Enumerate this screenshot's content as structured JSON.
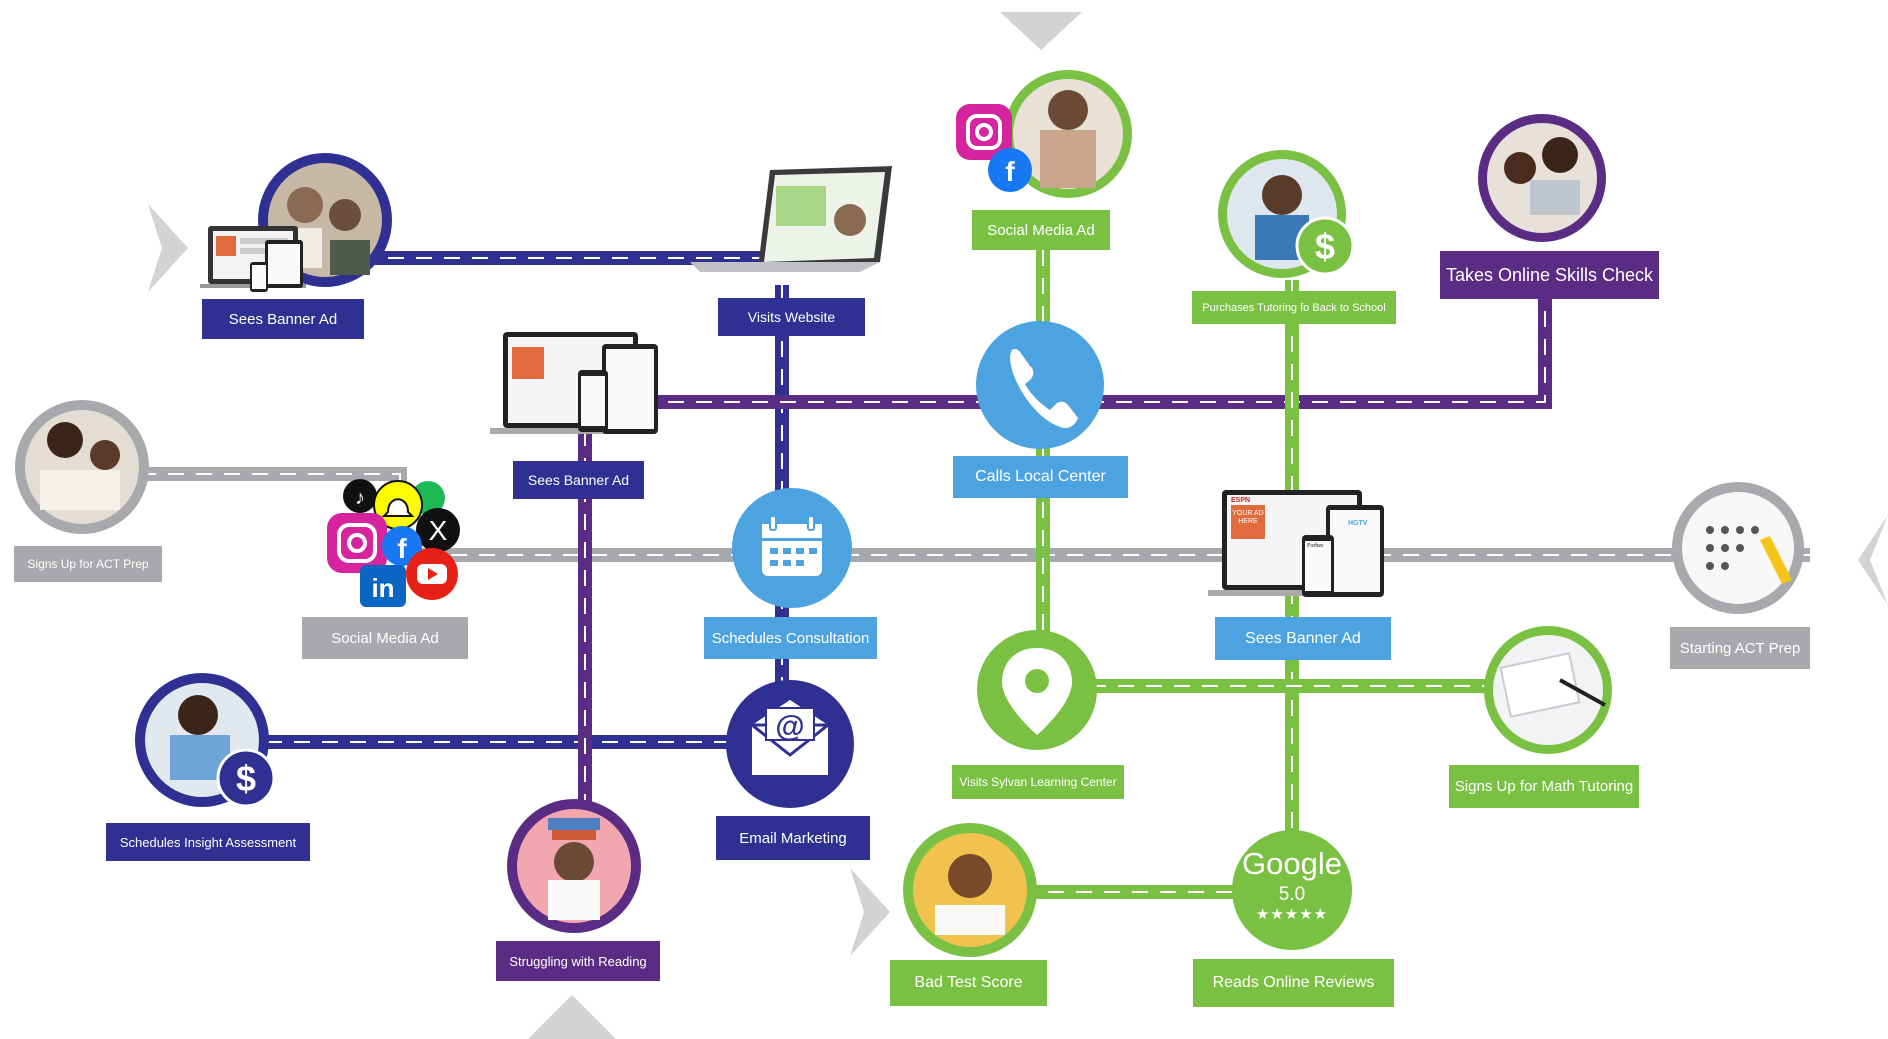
{
  "labels": {
    "sees_banner_ad_1": "Sees Banner Ad",
    "visits_website": "Visits Website",
    "social_media_ad_top": "Social Media Ad",
    "purchases_tutoring": "Purchases Tutoring fo Back to School",
    "takes_online_skills_check": "Takes Online Skills Check",
    "sees_banner_ad_2": "Sees Banner Ad",
    "calls_local_center": "Calls Local Center",
    "signs_up_act_prep": "Signs Up for ACT Prep",
    "social_media_ad_left": "Social Media Ad",
    "schedules_consultation": "Schedules Consultation",
    "sees_banner_ad_3": "Sees Banner Ad",
    "starting_act_prep": "Starting ACT Prep",
    "schedules_insight_assessment": "Schedules Insight Assessment",
    "email_marketing": "Email Marketing",
    "visits_sylvan": "Visits Sylvan Learning Center",
    "signs_up_math": "Signs Up for Math Tutoring",
    "struggling_reading": "Struggling with Reading",
    "bad_test_score": "Bad Test Score",
    "reads_online_reviews": "Reads Online Reviews"
  },
  "google": {
    "brand": "Google",
    "rating": "5.0",
    "stars": "★★★★★"
  },
  "ad_mock": {
    "espn": "ESPN",
    "your_ad_here": "YOUR AD HERE",
    "hgtv": "HGTV",
    "forbes": "Forbes"
  },
  "colors": {
    "navy": "#2e3192",
    "purple": "#5b2c83",
    "green": "#7ac143",
    "blue": "#4da3df",
    "gray": "#a7a9ac"
  },
  "icons": [
    "phone-icon",
    "calendar-icon",
    "email-icon",
    "location-pin-icon",
    "dollar-icon",
    "instagram-icon",
    "facebook-icon",
    "tiktok-icon",
    "snapchat-icon",
    "spotify-icon",
    "x-icon",
    "linkedin-icon",
    "youtube-icon",
    "chevron-arrow-icon"
  ]
}
